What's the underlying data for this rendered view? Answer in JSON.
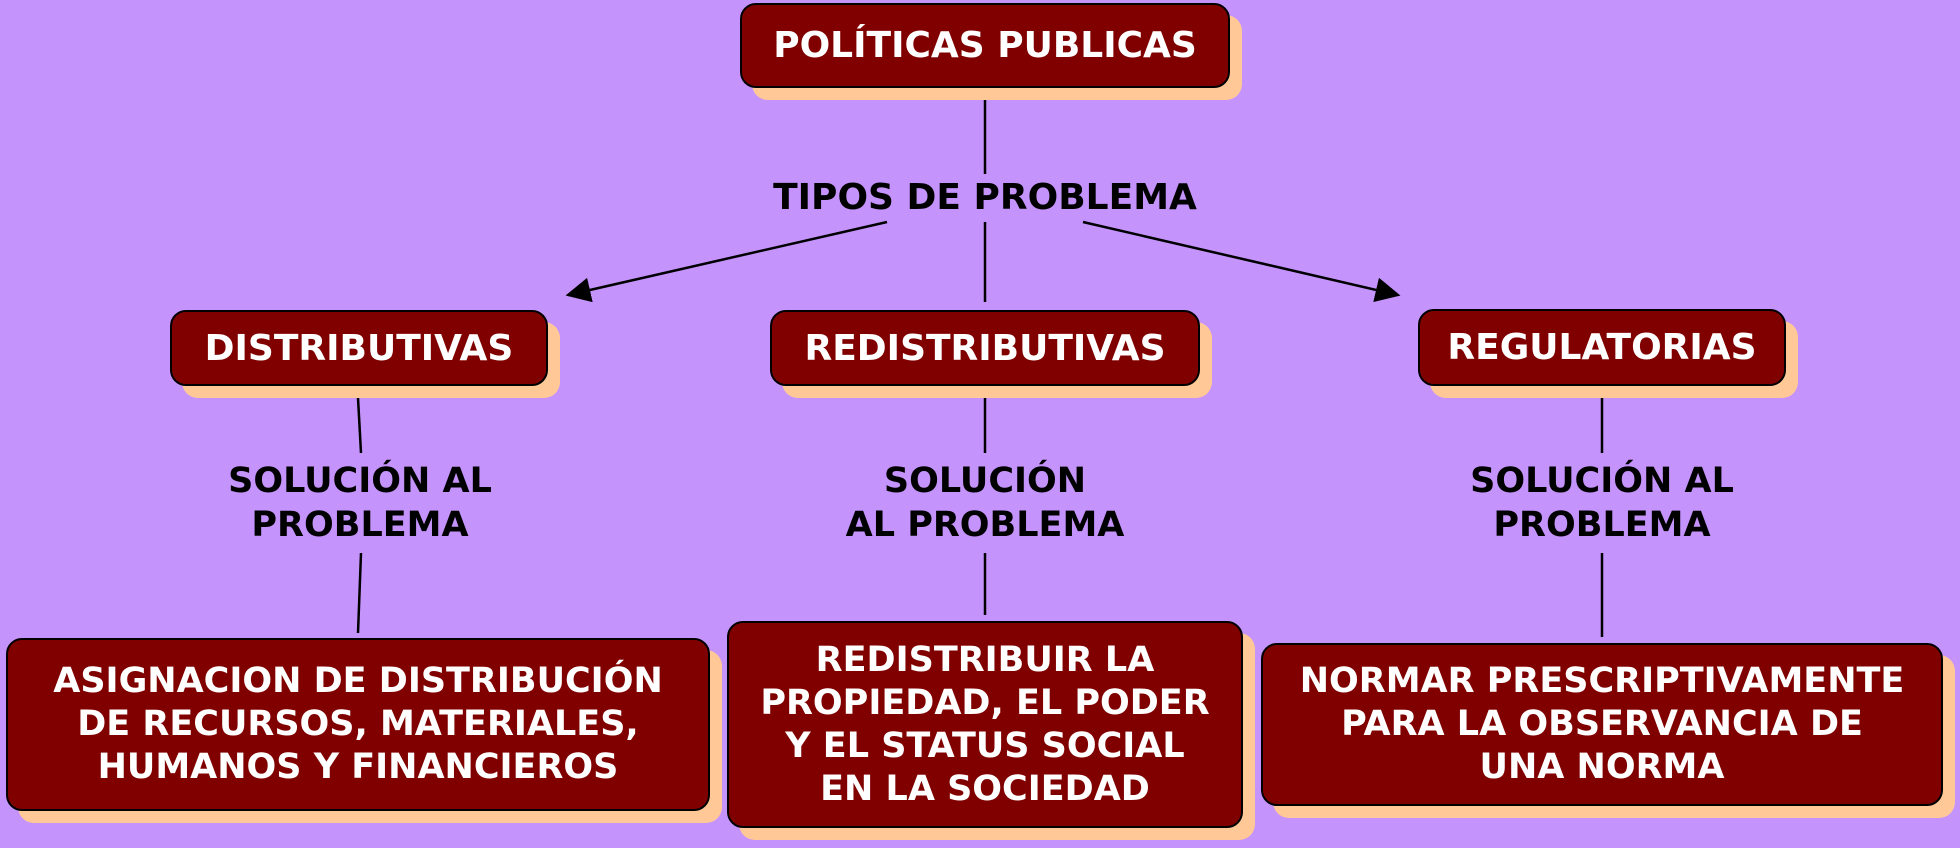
{
  "root": {
    "label": "POLÍTICAS PUBLICAS"
  },
  "connector": {
    "label": "TIPOS DE PROBLEMA"
  },
  "types": [
    {
      "label": "DISTRIBUTIVAS",
      "solution_label": "SOLUCIÓN AL\n PROBLEMA",
      "solution": "ASIGNACION DE DISTRIBUCIÓN\nDE RECURSOS, MATERIALES,\nHUMANOS Y FINANCIEROS"
    },
    {
      "label": "REDISTRIBUTIVAS",
      "solution_label": "SOLUCIÓN\nAL PROBLEMA",
      "solution": "REDISTRIBUIR LA\nPROPIEDAD, EL PODER\nY EL STATUS SOCIAL\nEN LA SOCIEDAD"
    },
    {
      "label": "REGULATORIAS",
      "solution_label": "SOLUCIÓN AL\nPROBLEMA",
      "solution": "NORMAR PRESCRIPTIVAMENTE\nPARA LA OBSERVANCIA DE\nUNA NORMA"
    }
  ],
  "colors": {
    "background": "#c593fc",
    "box_fill": "#800000",
    "box_shadow": "#ffc896",
    "text_light": "#ffffff",
    "text_dark": "#000000"
  }
}
